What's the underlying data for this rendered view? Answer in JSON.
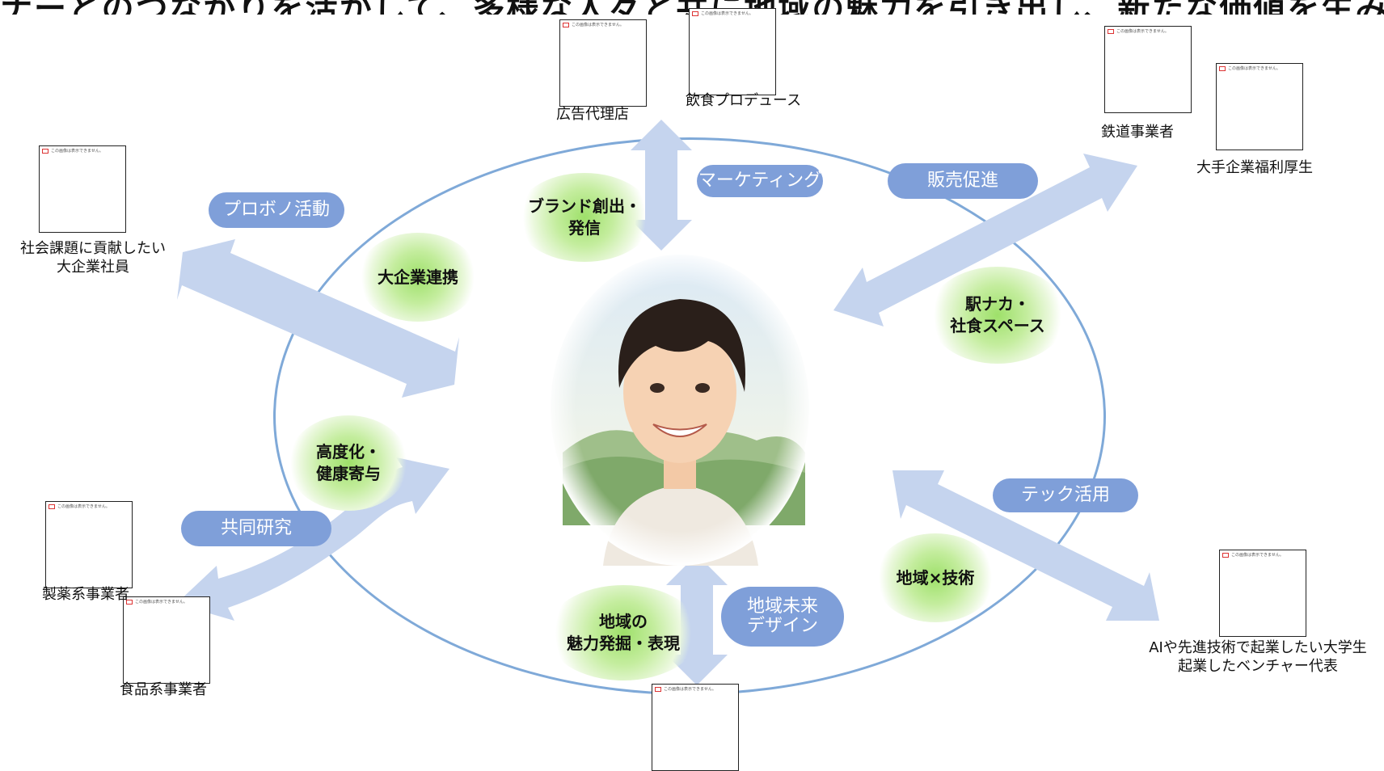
{
  "title": "ナーとのつながりを活かして、多様な人々と共に地域の魅力を引き出し、新たな価値を生み出すエコシステム",
  "center_person": "smiling young person portrait",
  "pills": {
    "pro_bono": "プロボノ活動",
    "marketing": "マーケティング",
    "sales_promo": "販売促進",
    "tech_use": "テック活用",
    "joint_research": "共同研究",
    "regional_future_line1": "地域未来",
    "regional_future_line2": "デザイン"
  },
  "themes": {
    "brand_line1": "ブランド創出・",
    "brand_line2": "発信",
    "corp": "大企業連携",
    "station_line1": "駅ナカ・",
    "station_line2": "社食スペース",
    "advanced_line1": "高度化・",
    "advanced_line2": "健康寄与",
    "regional_tech": "地域×技術",
    "regional_charm_line1": "地域の",
    "regional_charm_line2": "魅力発掘・表現"
  },
  "actors": {
    "ad_agency": "広告代理店",
    "food_produce": "飲食プロデュース",
    "railway": "鉄道事業者",
    "welfare": "大手企業福利厚生",
    "social_line1": "社会課題に貢献したい",
    "social_line2": "大企業社員",
    "pharma": "製薬系事業者",
    "food_biz": "食品系事業者",
    "ai_line1": "AIや先進技術で起業したい大学生",
    "ai_line2": "起業したベンチャー代表"
  },
  "thumb_placeholder_text": "この画像は表示できません。",
  "colors": {
    "pill": "#7f9fd9",
    "arrow": "#c5d4ee",
    "ellipse": "#7fa9d8",
    "glow": "#9ee06a"
  }
}
